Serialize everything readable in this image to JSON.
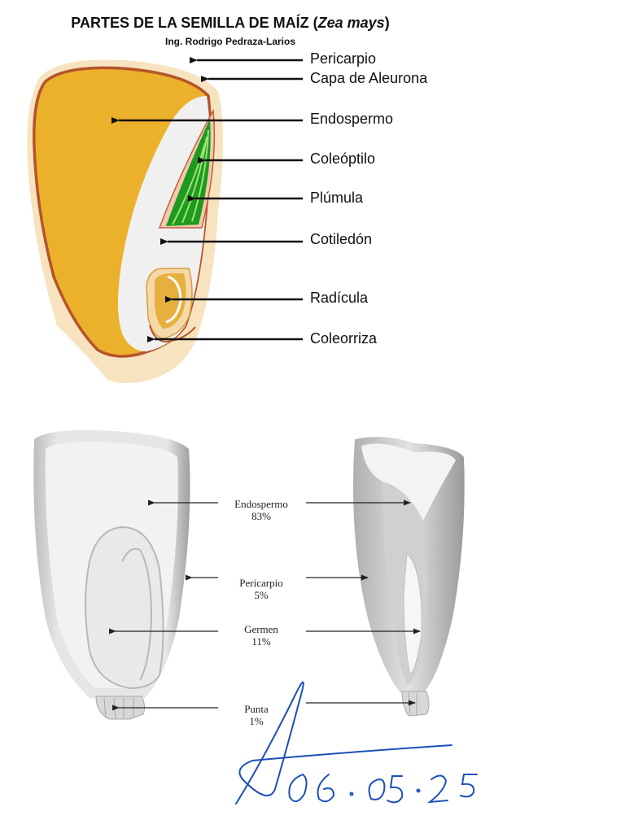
{
  "header": {
    "title_prefix": "PARTES DE LA SEMILLA DE MAÍZ (",
    "title_species": "Zea mays",
    "title_suffix": ")",
    "author": "Ing. Rodrigo Pedraza-Larios"
  },
  "top_diagram": {
    "labels": [
      "Pericarpio",
      "Capa de Aleurona",
      "Endospermo",
      "Coleóptilo",
      "Plúmula",
      "Cotiledón",
      "Radícula",
      "Coleorriza"
    ],
    "colors": {
      "endosperm": "#ECB12B",
      "pericarp": "#B5542A",
      "cotyledon": "#F0F0F0",
      "plumule": "#1E9A1E",
      "radicle": "#E6AF3E",
      "halo": "#F7E3BF"
    }
  },
  "bottom_diagram": {
    "parts": [
      {
        "name": "Endospermo",
        "percent": "83%"
      },
      {
        "name": "Pericarpio",
        "percent": "5%"
      },
      {
        "name": "Germen",
        "percent": "11%"
      },
      {
        "name": "Punta",
        "percent": "1%"
      }
    ]
  },
  "signature": {
    "date": "06·05·25",
    "ink_color": "#1B4FB8"
  }
}
